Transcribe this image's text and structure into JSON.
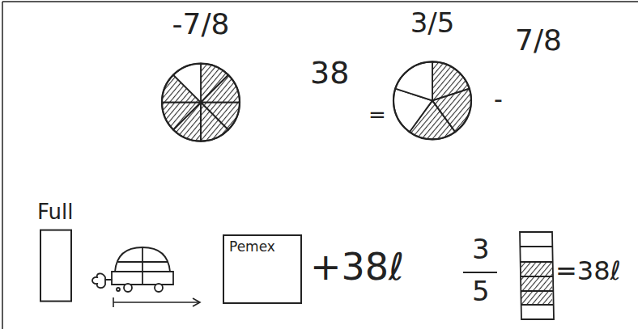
{
  "diagram": {
    "nodes": [
      {
        "text": [
          "-7/8"
        ]
      },
      {
        "text": [
          "3/5"
        ]
      },
      {
        "text": [
          "Full"
        ]
      },
      {
        "text": [
          "Pemex"
        ]
      }
    ],
    "labels": [
      "38",
      "=",
      "-",
      "7/8",
      "+38ℓ",
      "3",
      "5",
      "=38ℓ"
    ]
  }
}
